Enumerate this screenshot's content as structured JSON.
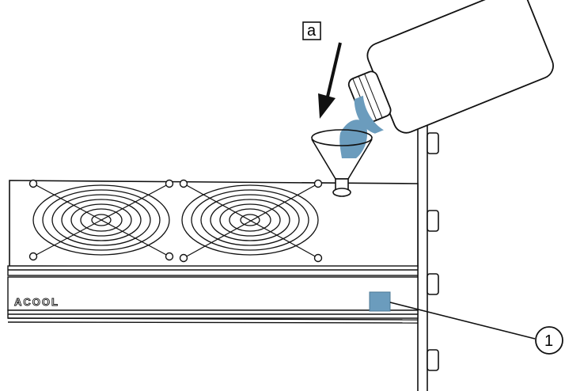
{
  "labels": {
    "step": "a",
    "callout": "1"
  },
  "logo": "ACOOL",
  "colors": {
    "line": "#111111",
    "coolant": "#6b9cbd",
    "indicator": "#6b9cbd",
    "background": "#ffffff"
  },
  "icons": [
    "down-arrow-icon",
    "bottle-icon",
    "funnel-icon",
    "fan-grille-icon"
  ]
}
